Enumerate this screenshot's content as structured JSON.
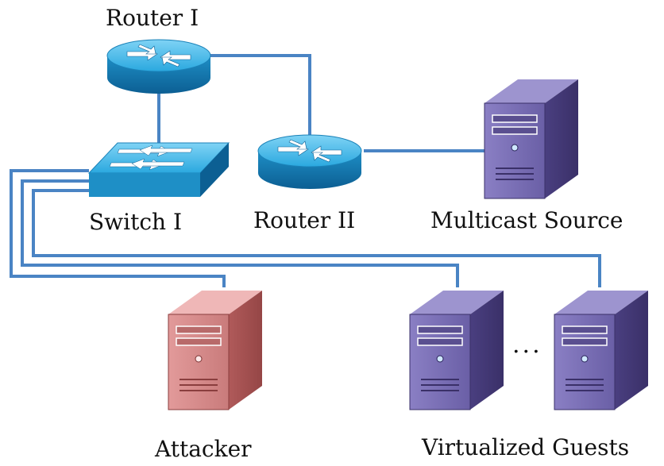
{
  "labels": {
    "router1": "Router I",
    "router2": "Router II",
    "switch1": "Switch I",
    "multicast": "Multicast Source",
    "attacker": "Attacker",
    "guests": "Virtualized Guests",
    "ellipsis": "..."
  },
  "colors": {
    "link": "#4a84c4",
    "cisco_blue": "#1fa3dc",
    "server_purple": "#6b5fa6",
    "server_red": "#c46b6b"
  }
}
